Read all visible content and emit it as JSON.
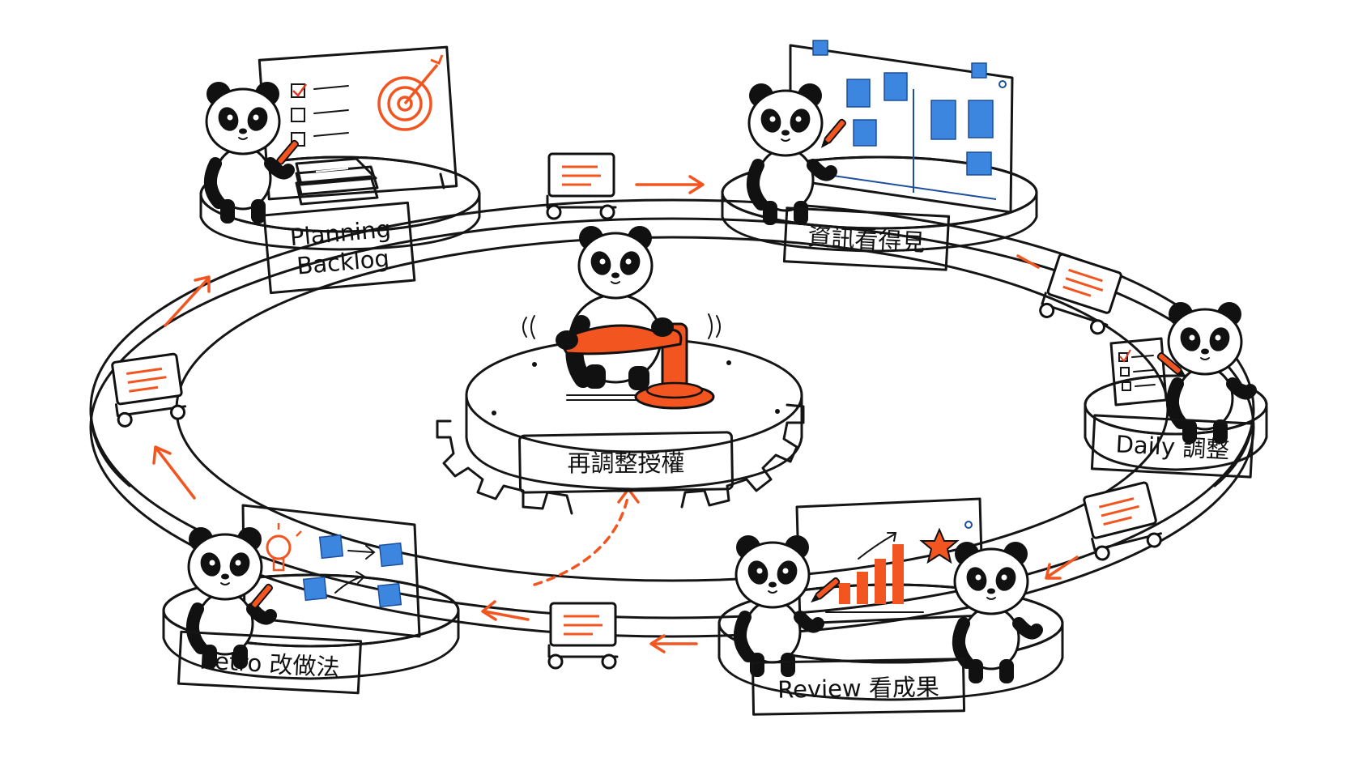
{
  "diagram": {
    "stages": [
      {
        "id": "planning",
        "lines": [
          "Planning",
          "Backlog"
        ]
      },
      {
        "id": "visible",
        "lines": [
          "資訊看得見"
        ]
      },
      {
        "id": "daily",
        "lines": [
          "Daily 調整"
        ]
      },
      {
        "id": "review",
        "lines": [
          "Review 看成果"
        ]
      },
      {
        "id": "retro",
        "lines": [
          "Retro 改做法"
        ]
      }
    ],
    "center": {
      "label": "再調整授權"
    }
  },
  "colors": {
    "accent": "#f2551f",
    "blue": "#3d86e0",
    "ink": "#151515",
    "background": "#ffffff"
  },
  "icons": [
    "panda-icon",
    "target-icon",
    "checklist-icon",
    "kanban-board-icon",
    "cart-icon",
    "lightbulb-icon",
    "bar-chart-icon",
    "star-icon",
    "gear-icon",
    "pen-icon"
  ]
}
